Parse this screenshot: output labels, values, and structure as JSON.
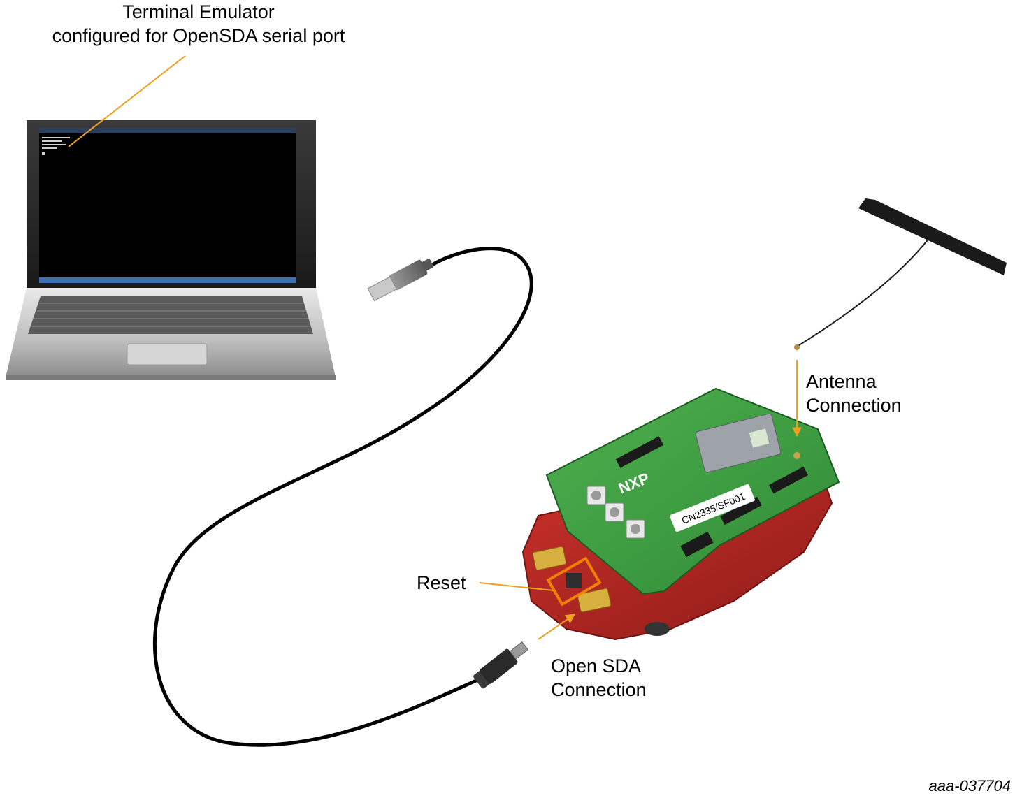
{
  "labels": {
    "terminal_line1": "Terminal Emulator",
    "terminal_line2": "configured for OpenSDA serial port",
    "antenna_line1": "Antenna",
    "antenna_line2": "Connection",
    "reset": "Reset",
    "opensda_line1": "Open SDA",
    "opensda_line2": "Connection",
    "figure_id": "aaa-037704"
  },
  "board": {
    "logo": "NXP",
    "sticker": "CN2335/SF001"
  },
  "colors": {
    "callout": "#f0a020",
    "reset_highlight": "#f08000",
    "shield_board": "#3c9a3c",
    "base_board": "#b22222",
    "laptop_screen": "#000000",
    "cable": "#000000"
  }
}
